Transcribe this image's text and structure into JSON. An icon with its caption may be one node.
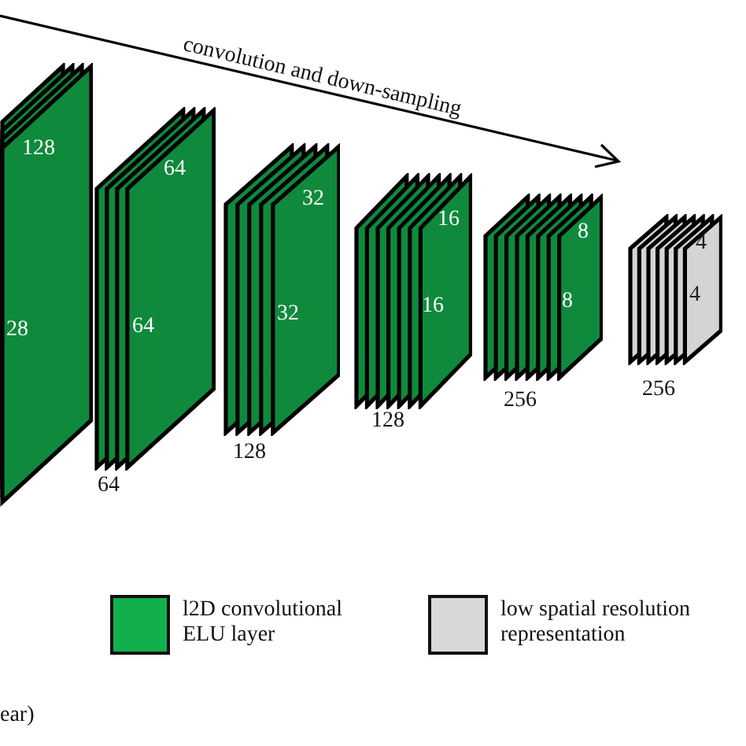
{
  "diagram": {
    "nodes": [
      {
        "text": [
          "128",
          "28"
        ]
      },
      {
        "text": [
          "64",
          "64"
        ],
        "beside": [
          "64"
        ]
      },
      {
        "text": [
          "32",
          "32"
        ],
        "beside": [
          "128"
        ]
      },
      {
        "text": [
          "16",
          "16"
        ],
        "beside": [
          "128"
        ]
      },
      {
        "text": [
          "8",
          "8"
        ],
        "beside": [
          "256"
        ]
      },
      {
        "text": [
          "4",
          "4"
        ],
        "beside": [
          "256"
        ]
      }
    ],
    "labels": [
      "convolution and down-sampling",
      "ear)"
    ],
    "legend": [
      {
        "text": "l2D convolutional ELU layer",
        "color": "#12b04c"
      },
      {
        "text": "low spatial resolution representation",
        "color": "#d8d8d8"
      }
    ]
  }
}
